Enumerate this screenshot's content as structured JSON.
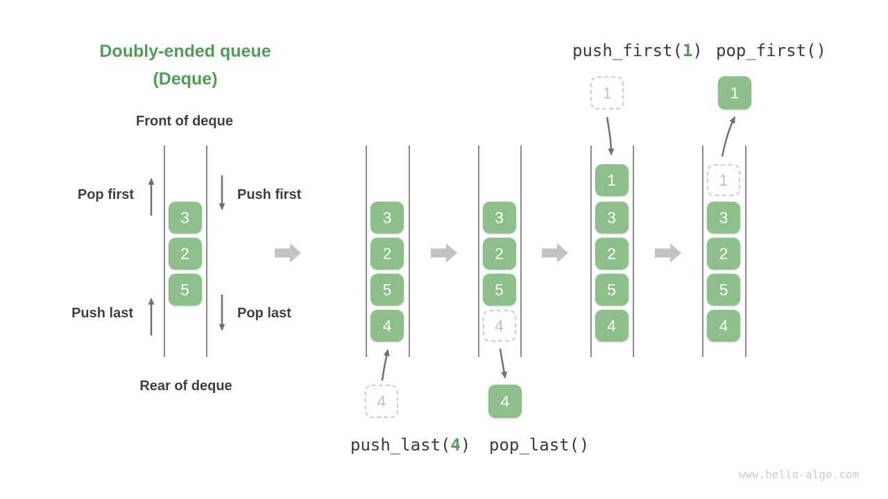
{
  "title": {
    "line1": "Doubly-ended queue",
    "line2": "(Deque)"
  },
  "left_diagram": {
    "front_label": "Front of deque",
    "rear_label": "Rear of deque",
    "pop_first_label": "Pop first",
    "push_first_label": "Push first",
    "push_last_label": "Push last",
    "pop_last_label": "Pop last"
  },
  "operations": {
    "push_first": {
      "prefix": "push_first(",
      "arg": "1",
      "suffix": ")"
    },
    "pop_first": {
      "text": "pop_first()"
    },
    "push_last": {
      "prefix": "push_last(",
      "arg": "4",
      "suffix": ")"
    },
    "pop_last": {
      "text": "pop_last()"
    }
  },
  "queues": [
    {
      "name": "initial-deque",
      "cells": [
        {
          "v": "3"
        },
        {
          "v": "2"
        },
        {
          "v": "5"
        }
      ]
    },
    {
      "name": "after-push-last",
      "cells": [
        {
          "v": "3"
        },
        {
          "v": "2"
        },
        {
          "v": "5"
        },
        {
          "v": "4"
        }
      ],
      "external": {
        "v": "4",
        "ghost": true,
        "position": "below"
      }
    },
    {
      "name": "after-pop-last",
      "cells": [
        {
          "v": "3"
        },
        {
          "v": "2"
        },
        {
          "v": "5"
        },
        {
          "v": "4",
          "ghost": true
        }
      ],
      "external": {
        "v": "4",
        "ghost": false,
        "position": "below"
      }
    },
    {
      "name": "after-push-first",
      "cells": [
        {
          "v": "1"
        },
        {
          "v": "3"
        },
        {
          "v": "2"
        },
        {
          "v": "5"
        },
        {
          "v": "4"
        }
      ],
      "external": {
        "v": "1",
        "ghost": true,
        "position": "above"
      }
    },
    {
      "name": "after-pop-first",
      "cells": [
        {
          "v": "1",
          "ghost": true
        },
        {
          "v": "3"
        },
        {
          "v": "2"
        },
        {
          "v": "5"
        },
        {
          "v": "4"
        }
      ],
      "external": {
        "v": "1",
        "ghost": false,
        "position": "above"
      }
    }
  ],
  "watermark": "www.hello-algo.com",
  "colors": {
    "accent_green": "#4f9e55",
    "box_green": "#8dbf8a",
    "arrow_gray": "#c3c3c3",
    "dark_text": "#3f3f3f",
    "code_text": "#37393c",
    "ghost_border": "#cdcdcd",
    "ghost_text": "#c2c2c2",
    "wall_gray": "#8a8a8a",
    "thin_arrow": "#6f6f6f",
    "watermark_gray": "#cbcbcb"
  }
}
